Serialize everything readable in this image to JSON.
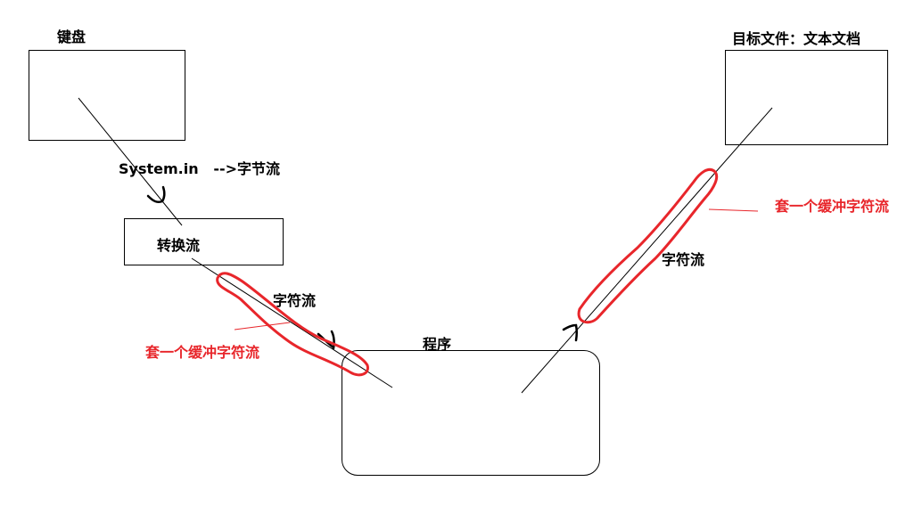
{
  "nodes": {
    "keyboard": {
      "label": "键盘"
    },
    "target_file": {
      "label": "目标文件：文本文档"
    },
    "converter": {
      "label": "转换流"
    },
    "program": {
      "label": "程序"
    }
  },
  "edge_labels": {
    "system_in": "System.in   -->字节流",
    "char_stream_left": "字符流",
    "char_stream_right": "字符流",
    "buffer_left": "套一个缓冲字符流",
    "buffer_right": "套一个缓冲字符流"
  },
  "colors": {
    "ink": "#000000",
    "annotation_red": "#e8262b",
    "background": "#ffffff"
  }
}
